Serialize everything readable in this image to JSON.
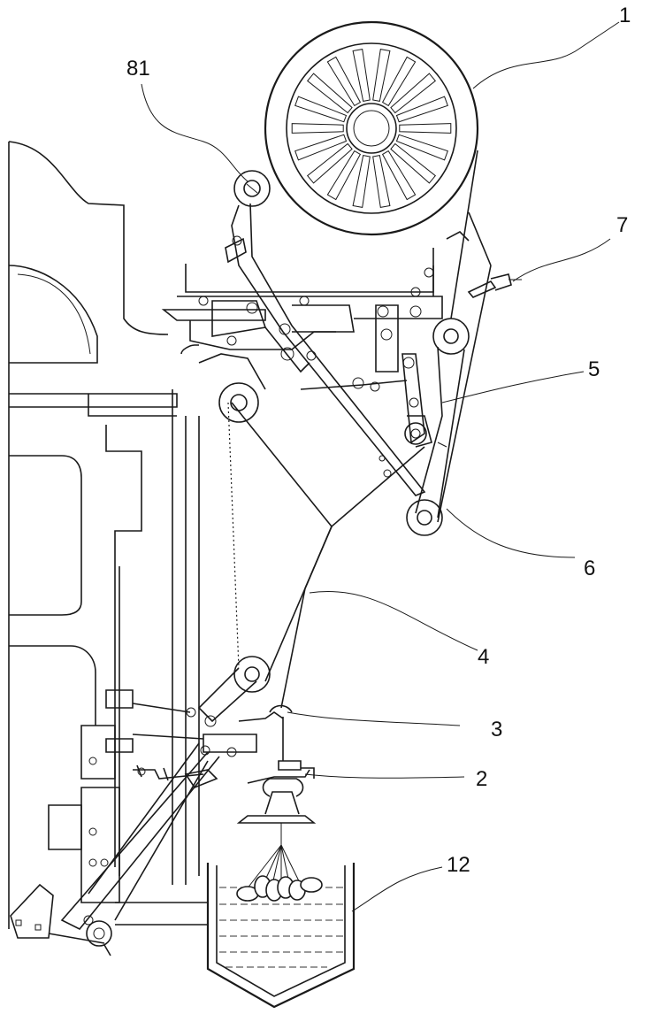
{
  "labels": [
    {
      "key": "1",
      "text": "1"
    },
    {
      "key": "81",
      "text": "81"
    },
    {
      "key": "7",
      "text": "7"
    },
    {
      "key": "5",
      "text": "5"
    },
    {
      "key": "6",
      "text": "6"
    },
    {
      "key": "4",
      "text": "4"
    },
    {
      "key": "3",
      "text": "3"
    },
    {
      "key": "2",
      "text": "2"
    },
    {
      "key": "12",
      "text": "12"
    }
  ],
  "colors": {
    "line": "#1a1a1a",
    "background": "#ffffff"
  }
}
